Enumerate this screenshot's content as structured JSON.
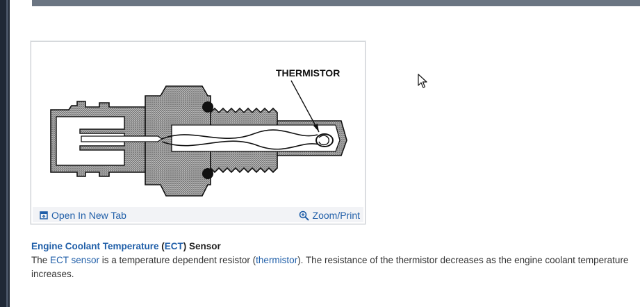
{
  "figure": {
    "callout_label": "THERMISTOR",
    "open_tab_label": "Open In New Tab",
    "zoom_print_label": "Zoom/Print"
  },
  "caption": {
    "title_part1": "Engine Coolant Temperature",
    "title_open_paren": " (",
    "title_abbrev": "ECT",
    "title_close": ") Sensor",
    "body_prefix": "The ",
    "body_link1": "ECT sensor",
    "body_mid1": " is a temperature dependent resistor (",
    "body_link2": "thermistor",
    "body_rest": "). The resistance of the thermistor decreases as the engine coolant temperature increases."
  },
  "colors": {
    "link": "#1f5ea8",
    "toolbar_bg": "#f2f3f6",
    "top_bar": "#6b7582"
  },
  "icons": {
    "open_tab": "open-in-new-tab-icon",
    "zoom": "zoom-in-icon",
    "cursor": "mouse-pointer-icon"
  }
}
